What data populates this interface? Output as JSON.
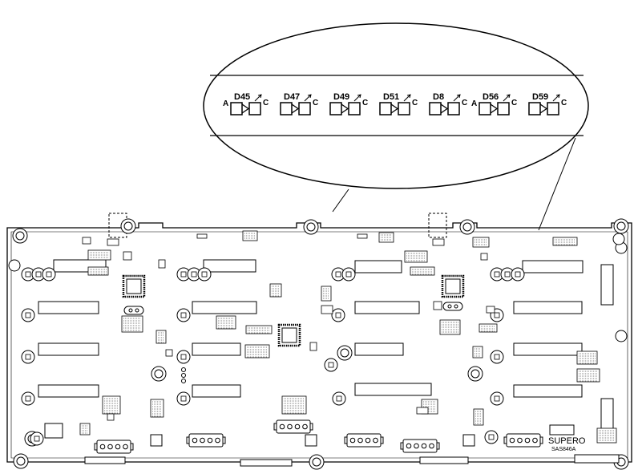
{
  "callout": {
    "leds": [
      {
        "id": "D45",
        "left": "A",
        "right": "C"
      },
      {
        "id": "D47",
        "left": "",
        "right": "C"
      },
      {
        "id": "D49",
        "left": "",
        "right": "C"
      },
      {
        "id": "D51",
        "left": "",
        "right": "C"
      },
      {
        "id": "D8",
        "left": "",
        "right": "C"
      },
      {
        "id": "D56",
        "left": "A",
        "right": "C"
      },
      {
        "id": "D59",
        "left": "",
        "right": "C"
      }
    ]
  },
  "board": {
    "logo": "SUPERO",
    "model": "SAS846A"
  }
}
